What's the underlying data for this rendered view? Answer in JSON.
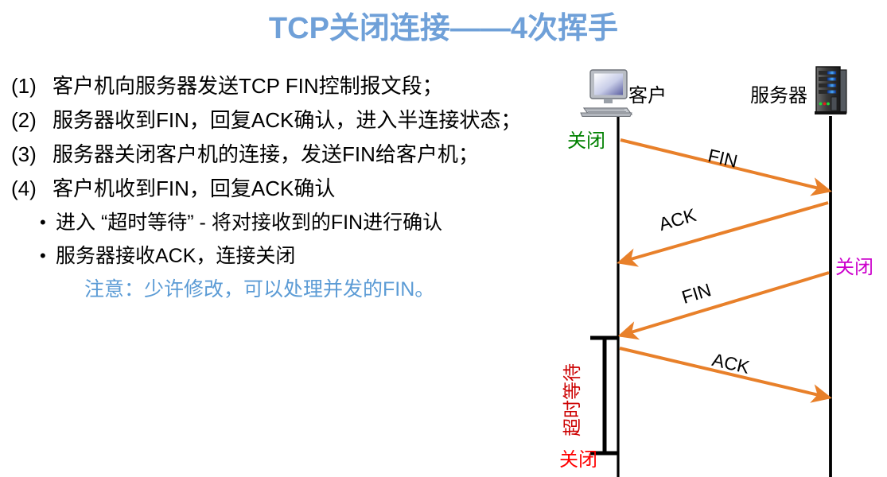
{
  "slide": {
    "title": "TCP关闭连接——4次挥手",
    "title_color": "#6fa0d8"
  },
  "bullets": [
    {
      "marker": "(1)",
      "text": "客户机向服务器发送TCP FIN控制报文段；"
    },
    {
      "marker": "(2)",
      "text": "服务器收到FIN，回复ACK确认，进入半连接状态；"
    },
    {
      "marker": "(3)",
      "text": "服务器关闭客户机的连接，发送FIN给客户机；"
    },
    {
      "marker": "(4)",
      "text": "客户机收到FIN，回复ACK确认"
    }
  ],
  "sub_bullets": [
    {
      "dot": "•",
      "text": "进入 “超时等待” - 将对接收到的FIN进行确认"
    },
    {
      "dot": "•",
      "text": "服务器接收ACK，连接关闭"
    }
  ],
  "note": {
    "text": "注意：少许修改，可以处理并发的FIN。",
    "color": "#5b9bd5"
  },
  "diagram": {
    "client_label": "客户",
    "server_label": "服务器",
    "client_icon": "desktop-computer-icon",
    "server_icon": "server-rack-icon",
    "states": [
      {
        "name": "client-close",
        "text": "关闭",
        "color": "#008000"
      },
      {
        "name": "server-close",
        "text": "关闭",
        "color": "#cc00cc"
      },
      {
        "name": "client-closed",
        "text": "关闭",
        "color": "#ff0000"
      }
    ],
    "timed_wait": {
      "text": "超时等待",
      "color": "#cc0000"
    },
    "messages": [
      {
        "label": "FIN",
        "direction": "client-to-server"
      },
      {
        "label": "ACK",
        "direction": "server-to-client"
      },
      {
        "label": "FIN",
        "direction": "server-to-client"
      },
      {
        "label": "ACK",
        "direction": "client-to-server"
      }
    ],
    "arrow_color": "#E8802A",
    "timeline_color": "#000000"
  }
}
